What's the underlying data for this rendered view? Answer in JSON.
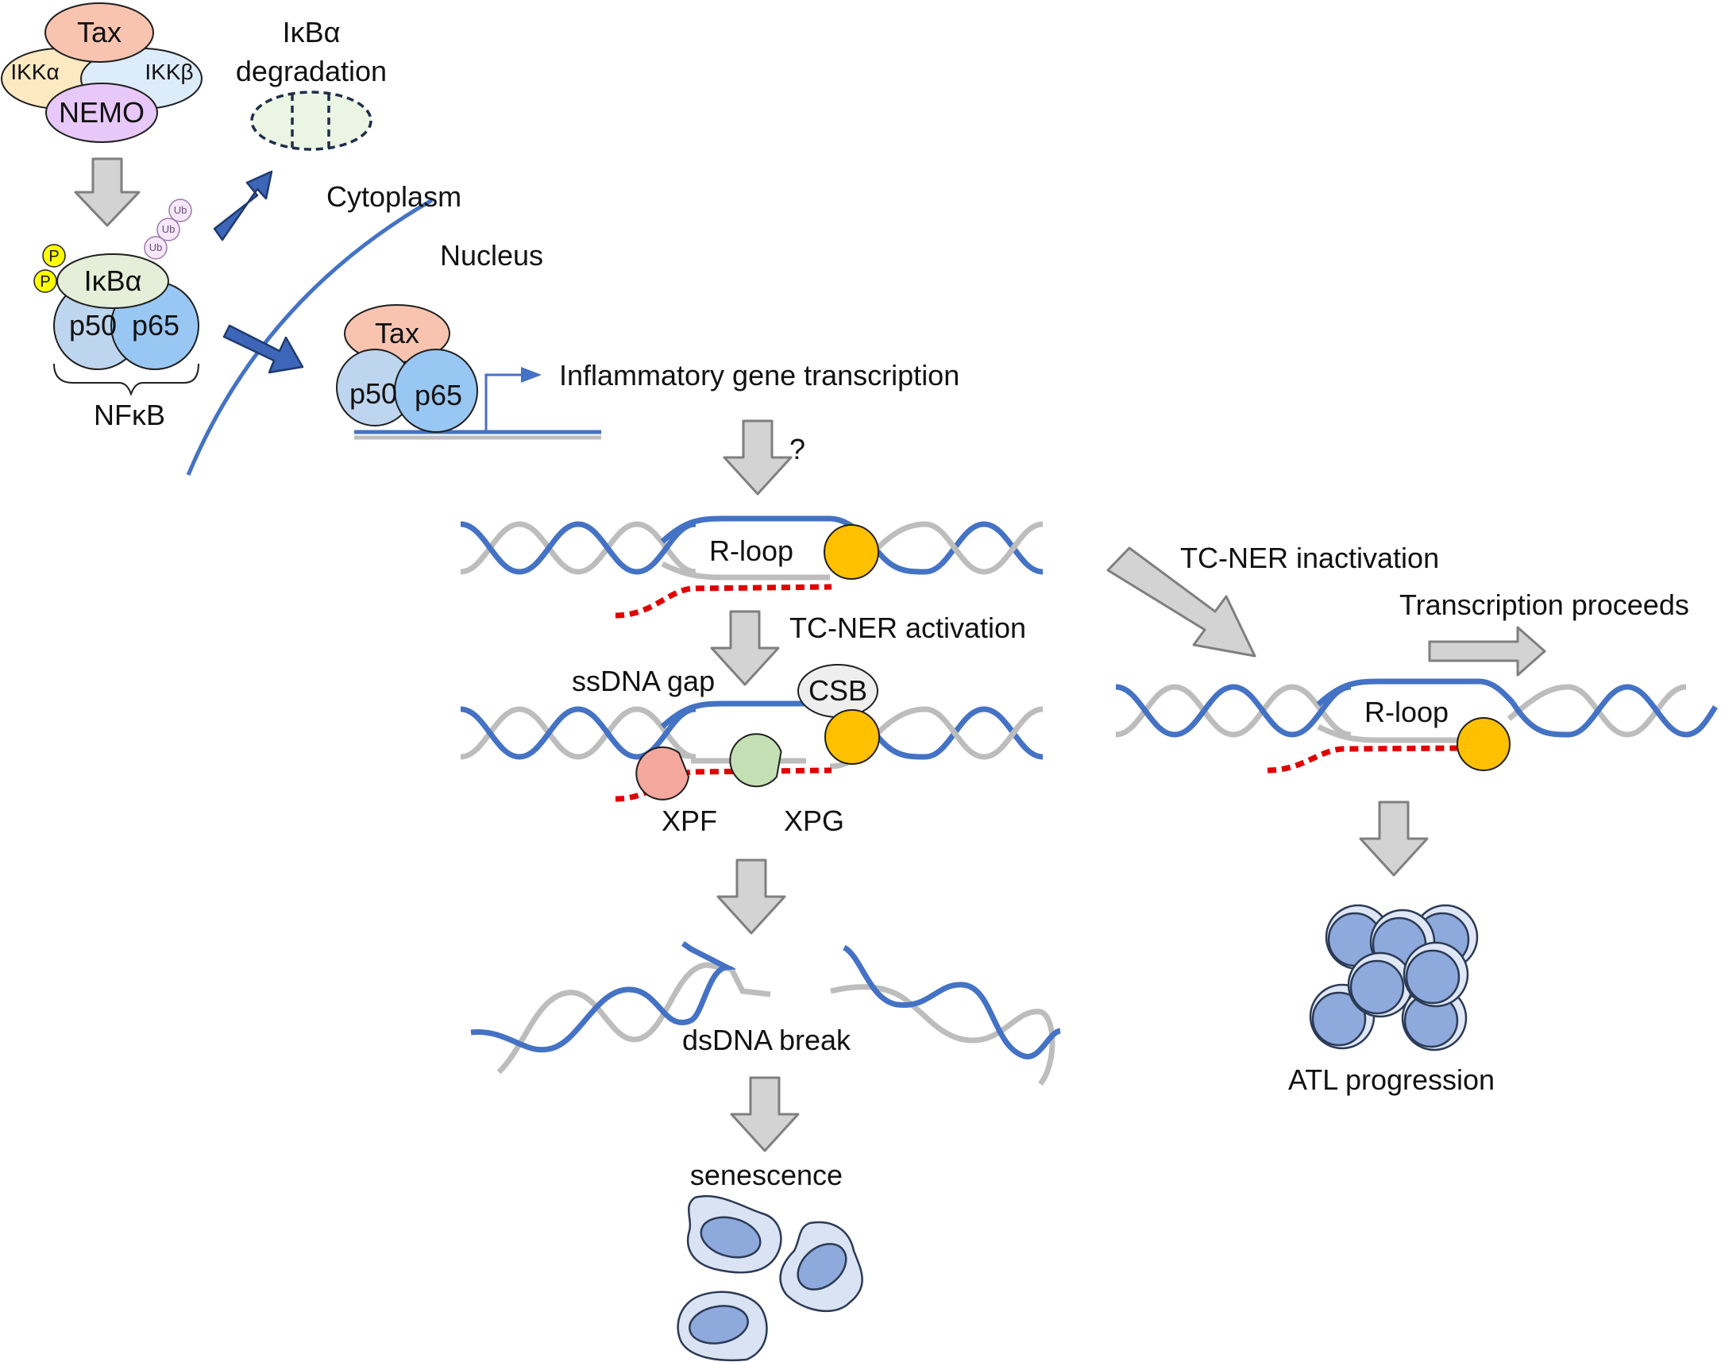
{
  "colors": {
    "dna_blue": "#4472c4",
    "dna_gray": "#bdbdbd",
    "rna_red": "#e00000",
    "rnap_yellow": "#ffc000",
    "flow_arrow_gray": "#d3d3d3",
    "nuclear_arrow_blue": "#3d66b8",
    "tax_salmon": "#f8c4b0",
    "ikka_yellow": "#fde9c2",
    "ikkb_blue": "#dcecfb",
    "nemo_purple": "#e8c8f8",
    "ikba_green": "#e4eed8",
    "p50_blue": "#bdd5ee",
    "p65_blue": "#99c7f4",
    "phospho_yellow": "#ffff00",
    "xpf_red": "#f4a79d",
    "xpg_green": "#c5dfb5",
    "csb_gray": "#eeeeee",
    "cell_blue": "#8ea9db"
  },
  "icons": [
    "gray-down-arrow-icon",
    "blue-arrow-icon",
    "rna-polymerase-icon",
    "transcription-start-arrow-icon",
    "senescent-cell-icon",
    "tumor-cell-icon"
  ],
  "complex": {
    "tax": "Tax",
    "ikka": "IKKα",
    "ikkb": "IKKβ",
    "nemo": "NEMO"
  },
  "nfkb": {
    "ikba": "IκBα",
    "p50": "p50",
    "p65": "p65",
    "label": "NFκB",
    "phospho": "P",
    "ubiquitin": "Ub"
  },
  "degradation": {
    "line1": "IκBα",
    "line2": "degradation"
  },
  "compartments": {
    "cytoplasm": "Cytoplasm",
    "nucleus": "Nucleus"
  },
  "nuclear_complex": {
    "tax": "Tax",
    "p50": "p50",
    "p65": "p65"
  },
  "transcription": {
    "label": "Inflammatory gene transcription",
    "unknown_mark": "?"
  },
  "rloop_center": {
    "rloop": "R-loop",
    "tcner_activation": "TC-NER activation",
    "ssdna_gap": "ssDNA gap",
    "csb": "CSB",
    "xpf": "XPF",
    "xpg": "XPG",
    "dsdna_break": "dsDNA break",
    "senescence": "senescence"
  },
  "rloop_right": {
    "tcner_inactivation": "TC-NER inactivation",
    "transcription_proceeds": "Transcription proceeds",
    "rloop": "R-loop",
    "atl_progression": "ATL progression"
  }
}
